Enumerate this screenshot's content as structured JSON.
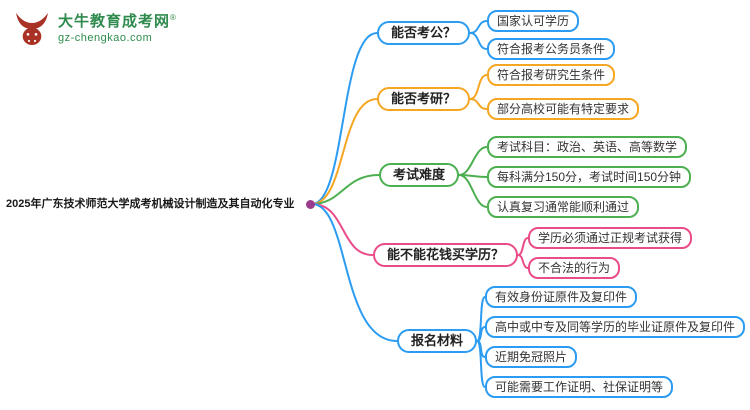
{
  "logo": {
    "site_name": "大牛教育成考网",
    "registered_mark": "®",
    "site_url": "gz-chengkao.com",
    "green": "#2f8b4d",
    "red": "#a93226"
  },
  "central": {
    "title": "2025年广东技术师范大学成考机械设计制造及其自动化专业",
    "dot_color": "#993c8c"
  },
  "branches": [
    {
      "label": "能否考公？",
      "color": "#2b9cf2",
      "children": [
        "国家认可学历",
        "符合报考公务员条件"
      ]
    },
    {
      "label": "能否考研？",
      "color": "#f5a623",
      "children": [
        "符合报考研究生条件",
        "部分高校可能有特定要求"
      ]
    },
    {
      "label": "考试难度",
      "color": "#4caf50",
      "children": [
        "考试科目：政治、英语、高等数学",
        "每科满分150分，考试时间150分钟",
        "认真复习通常能顺利通过"
      ]
    },
    {
      "label": "能不能花钱买学历？",
      "color": "#ea4c89",
      "children": [
        "学历必须通过正规考试获得",
        "不合法的行为"
      ]
    },
    {
      "label": "报名材料",
      "color": "#2b9cf2",
      "children": [
        "有效身份证原件及复印件",
        "高中或中专及同等学历的毕业证原件及复印件",
        "近期免冠照片",
        "可能需要工作证明、社保证明等"
      ]
    }
  ]
}
